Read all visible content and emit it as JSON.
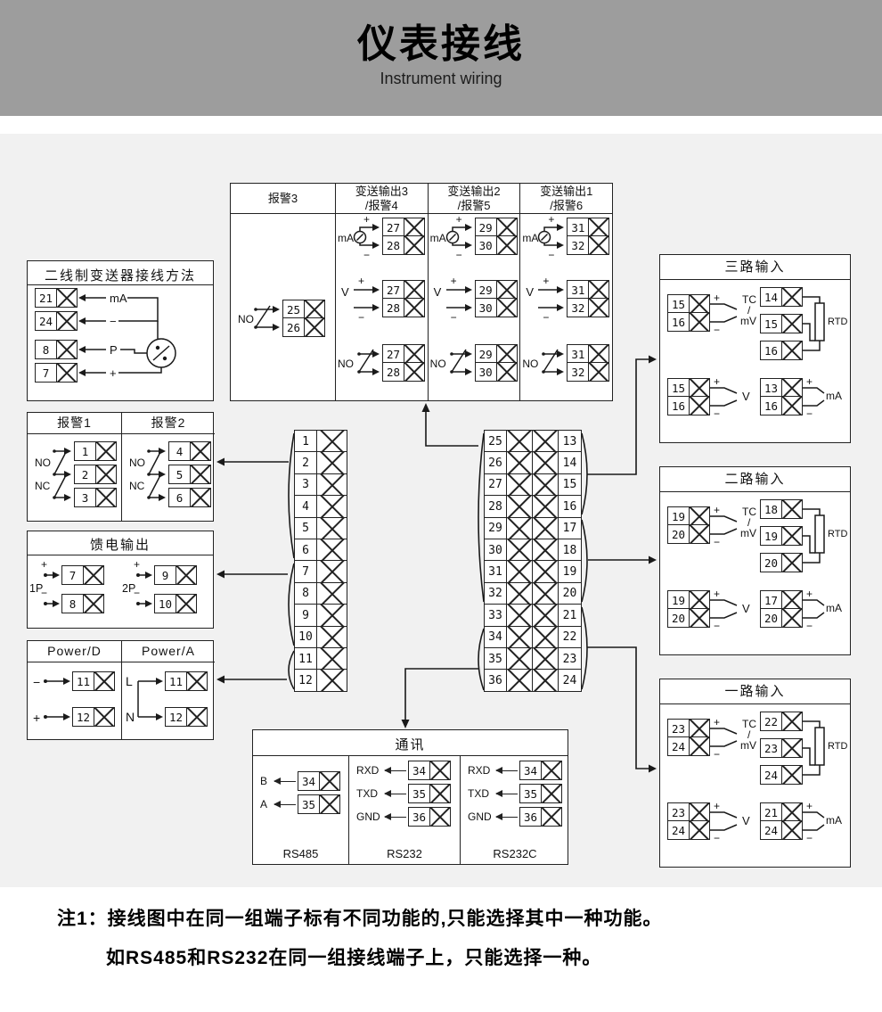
{
  "header": {
    "title": "仪表接线",
    "subtitle": "Instrument wiring"
  },
  "top_panel": {
    "alarm3": {
      "title": "报警3",
      "switch_label": "NO",
      "t1": "25",
      "t2": "26"
    },
    "out_cols": [
      {
        "title1": "变送输出3",
        "title2": "/报警4",
        "ma": {
          "plus": "+",
          "minus": "−",
          "label": "mA",
          "t1": "27",
          "t2": "28"
        },
        "v": {
          "plus": "+",
          "minus": "−",
          "label": "V",
          "t1": "27",
          "t2": "28"
        },
        "no": {
          "label": "NO",
          "t1": "27",
          "t2": "28"
        }
      },
      {
        "title1": "变送输出2",
        "title2": "/报警5",
        "ma": {
          "plus": "+",
          "minus": "−",
          "label": "mA",
          "t1": "29",
          "t2": "30"
        },
        "v": {
          "plus": "+",
          "minus": "−",
          "label": "V",
          "t1": "29",
          "t2": "30"
        },
        "no": {
          "label": "NO",
          "t1": "29",
          "t2": "30"
        }
      },
      {
        "title1": "变送输出1",
        "title2": "/报警6",
        "ma": {
          "plus": "+",
          "minus": "−",
          "label": "mA",
          "t1": "31",
          "t2": "32"
        },
        "v": {
          "plus": "+",
          "minus": "−",
          "label": "V",
          "t1": "31",
          "t2": "32"
        },
        "no": {
          "label": "NO",
          "t1": "31",
          "t2": "32"
        }
      }
    ]
  },
  "transmitter": {
    "title": "二线制变送器接线方法",
    "rows": [
      {
        "num": "21",
        "label": "mA"
      },
      {
        "num": "24",
        "label": "−"
      },
      {
        "num": "8",
        "label": "P"
      },
      {
        "num": "7",
        "label": "+"
      }
    ]
  },
  "alarm12": {
    "cols": [
      {
        "title": "报警1",
        "no": "NO",
        "nc": "NC",
        "t1": "1",
        "t2": "2",
        "t3": "3"
      },
      {
        "title": "报警2",
        "no": "NO",
        "nc": "NC",
        "t1": "4",
        "t2": "5",
        "t3": "6"
      }
    ]
  },
  "feed": {
    "title": "馈电输出",
    "groups": [
      {
        "name": "1P",
        "plus": "+",
        "minus": "−",
        "t1": "7",
        "t2": "8"
      },
      {
        "name": "2P",
        "plus": "+",
        "minus": "−",
        "t1": "9",
        "t2": "10"
      }
    ]
  },
  "power": {
    "cols": [
      {
        "title": "Power/D",
        "top": "−",
        "bottom": "+",
        "t1": "11",
        "t2": "12"
      },
      {
        "title": "Power/A",
        "top": "L",
        "bottom": "N",
        "t1": "11",
        "t2": "12"
      }
    ]
  },
  "center": {
    "left": [
      "1",
      "2",
      "3",
      "4",
      "5",
      "6",
      "7",
      "8",
      "9",
      "10",
      "11",
      "12"
    ],
    "right": [
      {
        "l": "25",
        "r": "13"
      },
      {
        "l": "26",
        "r": "14"
      },
      {
        "l": "27",
        "r": "15"
      },
      {
        "l": "28",
        "r": "16"
      },
      {
        "l": "29",
        "r": "17"
      },
      {
        "l": "30",
        "r": "18"
      },
      {
        "l": "31",
        "r": "19"
      },
      {
        "l": "32",
        "r": "20"
      },
      {
        "l": "33",
        "r": "21"
      },
      {
        "l": "34",
        "r": "22"
      },
      {
        "l": "35",
        "r": "23"
      },
      {
        "l": "36",
        "r": "24"
      }
    ]
  },
  "inputs": [
    {
      "title": "三路输入",
      "tc": {
        "t1": "15",
        "t2": "16",
        "plus": "+",
        "minus": "−",
        "l1": "TC",
        "l2": "/",
        "l3": "mV"
      },
      "rtd": {
        "t1": "14",
        "t2": "15",
        "t3": "16",
        "label": "RTD"
      },
      "v": {
        "t1": "15",
        "t2": "16",
        "plus": "+",
        "minus": "−",
        "label": "V"
      },
      "ma": {
        "t1": "13",
        "t2": "16",
        "plus": "+",
        "minus": "−",
        "label": "mA"
      }
    },
    {
      "title": "二路输入",
      "tc": {
        "t1": "19",
        "t2": "20",
        "plus": "+",
        "minus": "−",
        "l1": "TC",
        "l2": "/",
        "l3": "mV"
      },
      "rtd": {
        "t1": "18",
        "t2": "19",
        "t3": "20",
        "label": "RTD"
      },
      "v": {
        "t1": "19",
        "t2": "20",
        "plus": "+",
        "minus": "−",
        "label": "V"
      },
      "ma": {
        "t1": "17",
        "t2": "20",
        "plus": "+",
        "minus": "−",
        "label": "mA"
      }
    },
    {
      "title": "一路输入",
      "tc": {
        "t1": "23",
        "t2": "24",
        "plus": "+",
        "minus": "−",
        "l1": "TC",
        "l2": "/",
        "l3": "mV"
      },
      "rtd": {
        "t1": "22",
        "t2": "23",
        "t3": "24",
        "label": "RTD"
      },
      "v": {
        "t1": "23",
        "t2": "24",
        "plus": "+",
        "minus": "−",
        "label": "V"
      },
      "ma": {
        "t1": "21",
        "t2": "24",
        "plus": "+",
        "minus": "−",
        "label": "mA"
      }
    }
  ],
  "comm": {
    "title": "通讯",
    "rs485": {
      "name": "RS485",
      "rows": [
        {
          "sig": "B",
          "t": "34"
        },
        {
          "sig": "A",
          "t": "35"
        }
      ]
    },
    "rs232": {
      "name": "RS232",
      "rows": [
        {
          "sig": "RXD",
          "t": "34"
        },
        {
          "sig": "TXD",
          "t": "35"
        },
        {
          "sig": "GND",
          "t": "36"
        }
      ]
    },
    "rs232c": {
      "name": "RS232C",
      "rows": [
        {
          "sig": "RXD",
          "t": "34"
        },
        {
          "sig": "TXD",
          "t": "35"
        },
        {
          "sig": "GND",
          "t": "36"
        }
      ]
    }
  },
  "notes": {
    "line1": "注1：接线图中在同一组端子标有不同功能的,只能选择其中一种功能。",
    "line2": "如RS485和RS232在同一组接线端子上，只能选择一种。"
  }
}
